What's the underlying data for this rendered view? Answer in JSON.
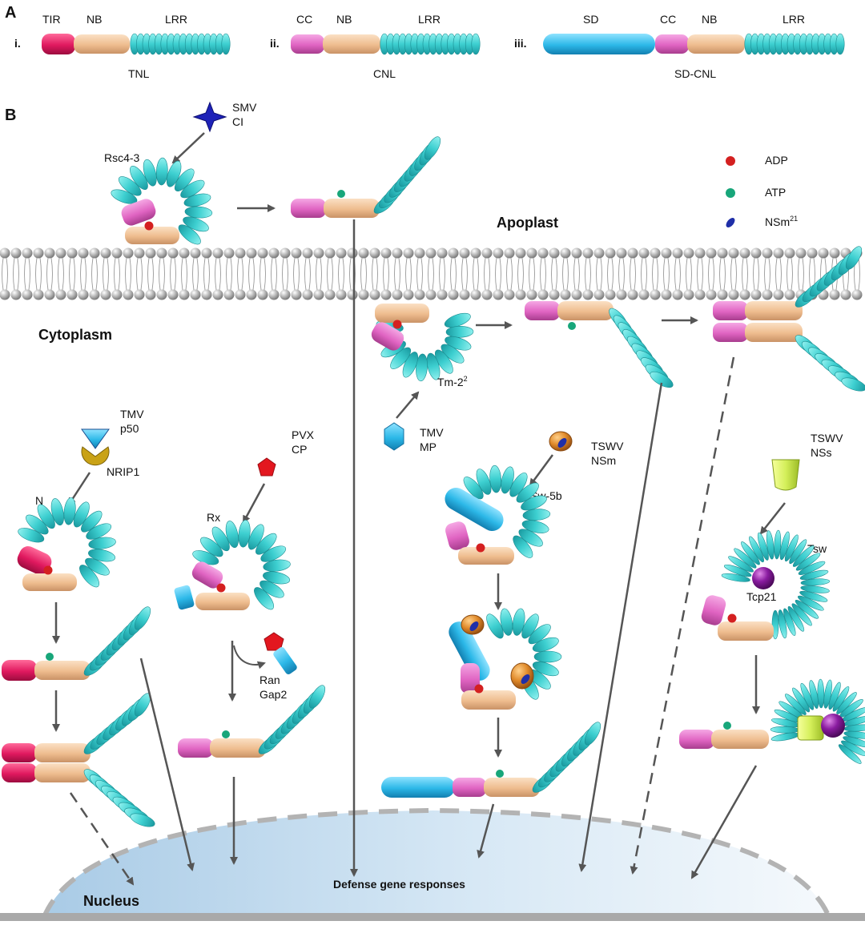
{
  "panel_a": {
    "letter": "A",
    "constructs": [
      {
        "numeral": "i.",
        "domains": [
          "TIR",
          "NB",
          "LRR"
        ],
        "name": "TNL"
      },
      {
        "numeral": "ii.",
        "domains": [
          "CC",
          "NB",
          "LRR"
        ],
        "name": "CNL"
      },
      {
        "numeral": "iii.",
        "domains": [
          "SD",
          "CC",
          "NB",
          "LRR"
        ],
        "name": "SD-CNL"
      }
    ]
  },
  "panel_b": {
    "letter": "B",
    "legend": [
      {
        "label": "ADP",
        "color": "#d42020"
      },
      {
        "label": "ATP",
        "color": "#18a67a"
      },
      {
        "label": "NSm",
        "sup": "21",
        "color": "#1f2fa8"
      }
    ],
    "compartments": {
      "apoplast": "Apoplast",
      "cytoplasm": "Cytoplasm",
      "nucleus": "Nucleus",
      "nucleus_text": "Defense gene responses"
    },
    "proteins": {
      "rsc": "Rsc4-3",
      "tm": "Tm-2",
      "tm_sup": "2",
      "n": "N",
      "rx": "Rx",
      "sw5b": "Sw-5b",
      "tsw": "Tsw",
      "tcp21": "Tcp21",
      "nrip1": "NRIP1"
    },
    "effectors": {
      "smv": [
        "SMV",
        "CI"
      ],
      "tmv_mp": [
        "TMV",
        "MP"
      ],
      "tmv_p50": [
        "TMV",
        "p50"
      ],
      "pvx": [
        "PVX",
        "CP"
      ],
      "tswv_nsm": [
        "TSWV",
        "NSm"
      ],
      "tswv_nss": [
        "TSWV",
        "NSs"
      ],
      "rangap": [
        "Ran",
        "Gap2"
      ]
    }
  },
  "colors": {
    "tir": "#e0195f",
    "cc": "#e668c8",
    "nb": "#f0c49a",
    "lrr": "#45d8d8",
    "sd": "#2cb8e8",
    "membrane": "#b0b0b0",
    "nucleus": "#cfe3f3",
    "arrow": "#555555"
  }
}
